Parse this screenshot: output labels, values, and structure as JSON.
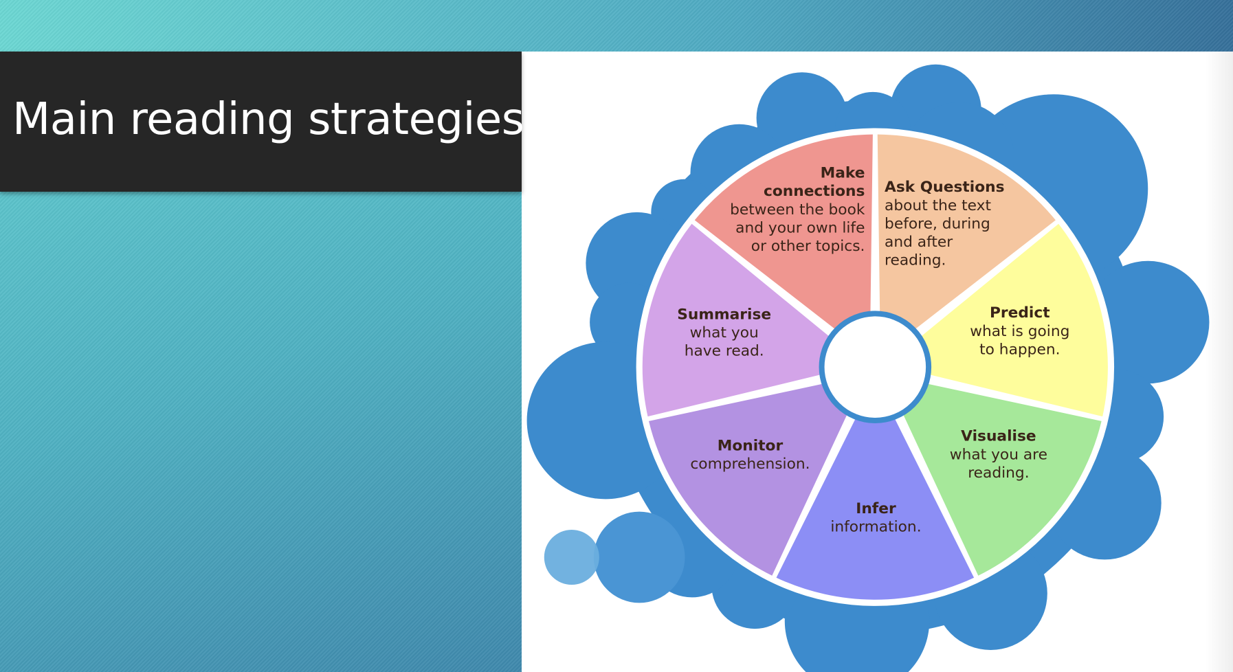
{
  "slide": {
    "title": "Main reading strategies"
  },
  "colors": {
    "cloud": "#3d8bcd",
    "cloud_light": "#6aaede",
    "ring": "#ffffff"
  },
  "wheel": {
    "segments": [
      {
        "name": "make-connections",
        "title": [
          "Make",
          "connections"
        ],
        "lines": [
          "between the book",
          "and your own life",
          "or other topics."
        ],
        "color": "#f5c6a0"
      },
      {
        "name": "ask-questions",
        "title": [
          "Ask Questions"
        ],
        "lines": [
          "about the text",
          "before, during",
          "and after",
          "reading."
        ],
        "color": "#fefd9c"
      },
      {
        "name": "predict",
        "title": [
          "Predict"
        ],
        "lines": [
          "what is going",
          "to happen."
        ],
        "color": "#a6e89a"
      },
      {
        "name": "visualise",
        "title": [
          "Visualise"
        ],
        "lines": [
          "what you are",
          "reading."
        ],
        "color": "#8c8ef5"
      },
      {
        "name": "infer",
        "title": [
          "Infer"
        ],
        "lines": [
          "information."
        ],
        "color": "#b392e2"
      },
      {
        "name": "monitor",
        "title": [
          "Monitor"
        ],
        "lines": [
          "comprehension."
        ],
        "color": "#d3a4e8"
      },
      {
        "name": "summarise",
        "title": [
          "Summarise"
        ],
        "lines": [
          "what you",
          "have read."
        ],
        "color": "#ef9690"
      }
    ]
  }
}
